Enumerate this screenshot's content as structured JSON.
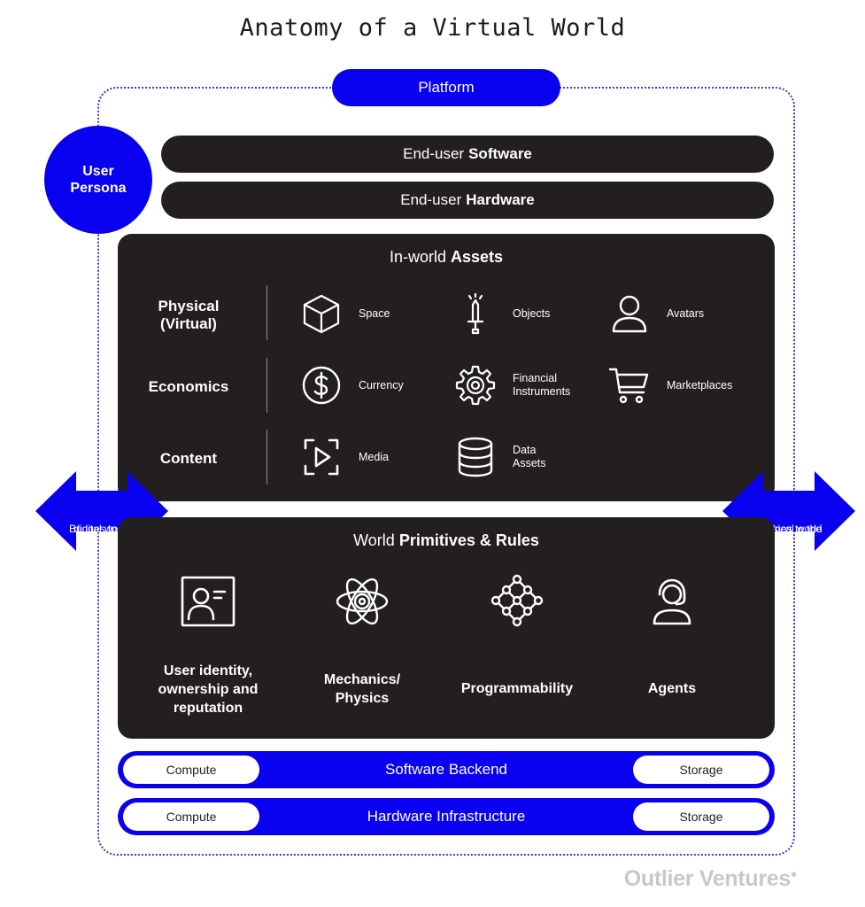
{
  "title": "Anatomy of a Virtual World",
  "platform": "Platform",
  "persona": {
    "line1": "User",
    "line2": "Persona"
  },
  "software_bar": {
    "prefix": "End-user",
    "bold": "Software"
  },
  "hardware_bar": {
    "prefix": "End-user",
    "bold": "Hardware"
  },
  "assets": {
    "title_prefix": "In-world",
    "title_bold": "Assets",
    "rows": [
      {
        "label_line1": "Physical",
        "label_line2": "(Virtual)",
        "items": [
          {
            "label": "Space",
            "icon": "cube-icon"
          },
          {
            "label": "Objects",
            "icon": "sword-icon"
          },
          {
            "label": "Avatars",
            "icon": "person-icon"
          }
        ]
      },
      {
        "label_line1": "Economics",
        "label_line2": "",
        "items": [
          {
            "label": "Currency",
            "icon": "dollar-icon"
          },
          {
            "label_line1": "Financial",
            "label_line2": "Instruments",
            "icon": "gear-icon"
          },
          {
            "label": "Marketplaces",
            "icon": "cart-icon"
          }
        ]
      },
      {
        "label_line1": "Content",
        "label_line2": "",
        "items": [
          {
            "label": "Media",
            "icon": "media-play-icon"
          },
          {
            "label_line1": "Data",
            "label_line2": "Assets",
            "icon": "database-icon"
          }
        ]
      }
    ]
  },
  "bridges": {
    "left": {
      "line1": "Bridges to the",
      "line2": "digital world"
    },
    "right": {
      "line1": "Bridges to the",
      "line2": "physical world"
    }
  },
  "primitives": {
    "title_prefix": "World",
    "title_bold": "Primitives & Rules",
    "items": [
      {
        "lines": [
          "User identity,",
          "ownership and",
          "reputation"
        ],
        "icon": "id-card-icon"
      },
      {
        "lines": [
          "Mechanics/",
          "Physics"
        ],
        "icon": "atom-icon"
      },
      {
        "lines": [
          "Programmability"
        ],
        "icon": "network-icon"
      },
      {
        "lines": [
          "Agents"
        ],
        "icon": "headset-agent-icon"
      }
    ]
  },
  "software_backend": {
    "label": "Software Backend",
    "left": "Compute",
    "right": "Storage"
  },
  "hardware_infra": {
    "label": "Hardware Infrastructure",
    "left": "Compute",
    "right": "Storage"
  },
  "brand": "Outlier Ventures",
  "colors": {
    "accent": "#0a00f0",
    "panel": "#231f20"
  }
}
